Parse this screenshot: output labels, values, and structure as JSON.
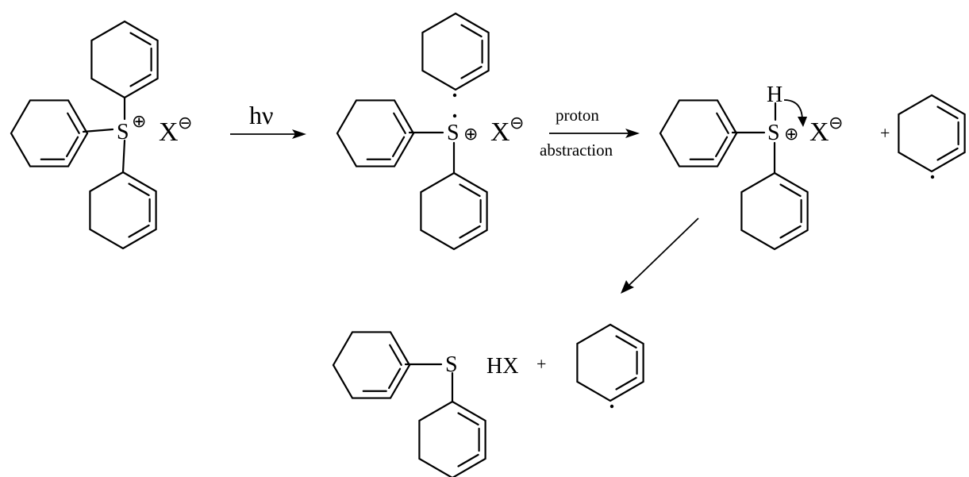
{
  "scheme": {
    "step1": {
      "condition": "hν",
      "reactant": {
        "center_atom": "S",
        "cation_charge": "⊕",
        "counterion": "X",
        "anion_charge": "⊖"
      }
    },
    "step2": {
      "condition_top": "proton",
      "condition_bottom": "abstraction",
      "intermediate": {
        "center_atom": "S",
        "cation_charge": "⊕",
        "counterion": "X",
        "anion_charge": "⊖"
      }
    },
    "step3": {
      "product": {
        "hydrogen": "H",
        "center_atom": "S",
        "cation_charge": "⊕",
        "counterion": "X",
        "anion_charge": "⊖"
      },
      "plus": "+"
    },
    "final": {
      "sulfide_atom": "S",
      "acid": "HX",
      "plus": "+"
    }
  }
}
